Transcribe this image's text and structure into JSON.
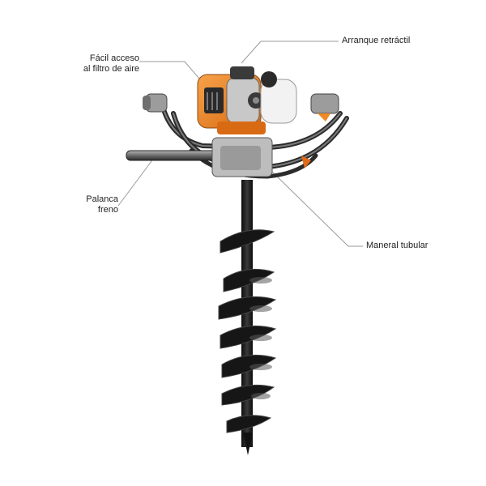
{
  "callouts": {
    "air_filter": {
      "line1": "Fácil acceso",
      "line2": "al filtro de aire"
    },
    "recoil_start": {
      "text": "Arranque retráctil"
    },
    "brake_lever": {
      "line1": "Palanca",
      "line2": "freno"
    },
    "tubular_handle": {
      "text": "Maneral tubular"
    }
  },
  "colors": {
    "engine_orange": "#f08a24",
    "body_black": "#1c1c1c",
    "metal_grey": "#8a8a8a",
    "tank_white": "#f2f2f2",
    "leader_line": "#9a9a9a"
  },
  "illustration": {
    "subject": "earth-auger-icon"
  }
}
